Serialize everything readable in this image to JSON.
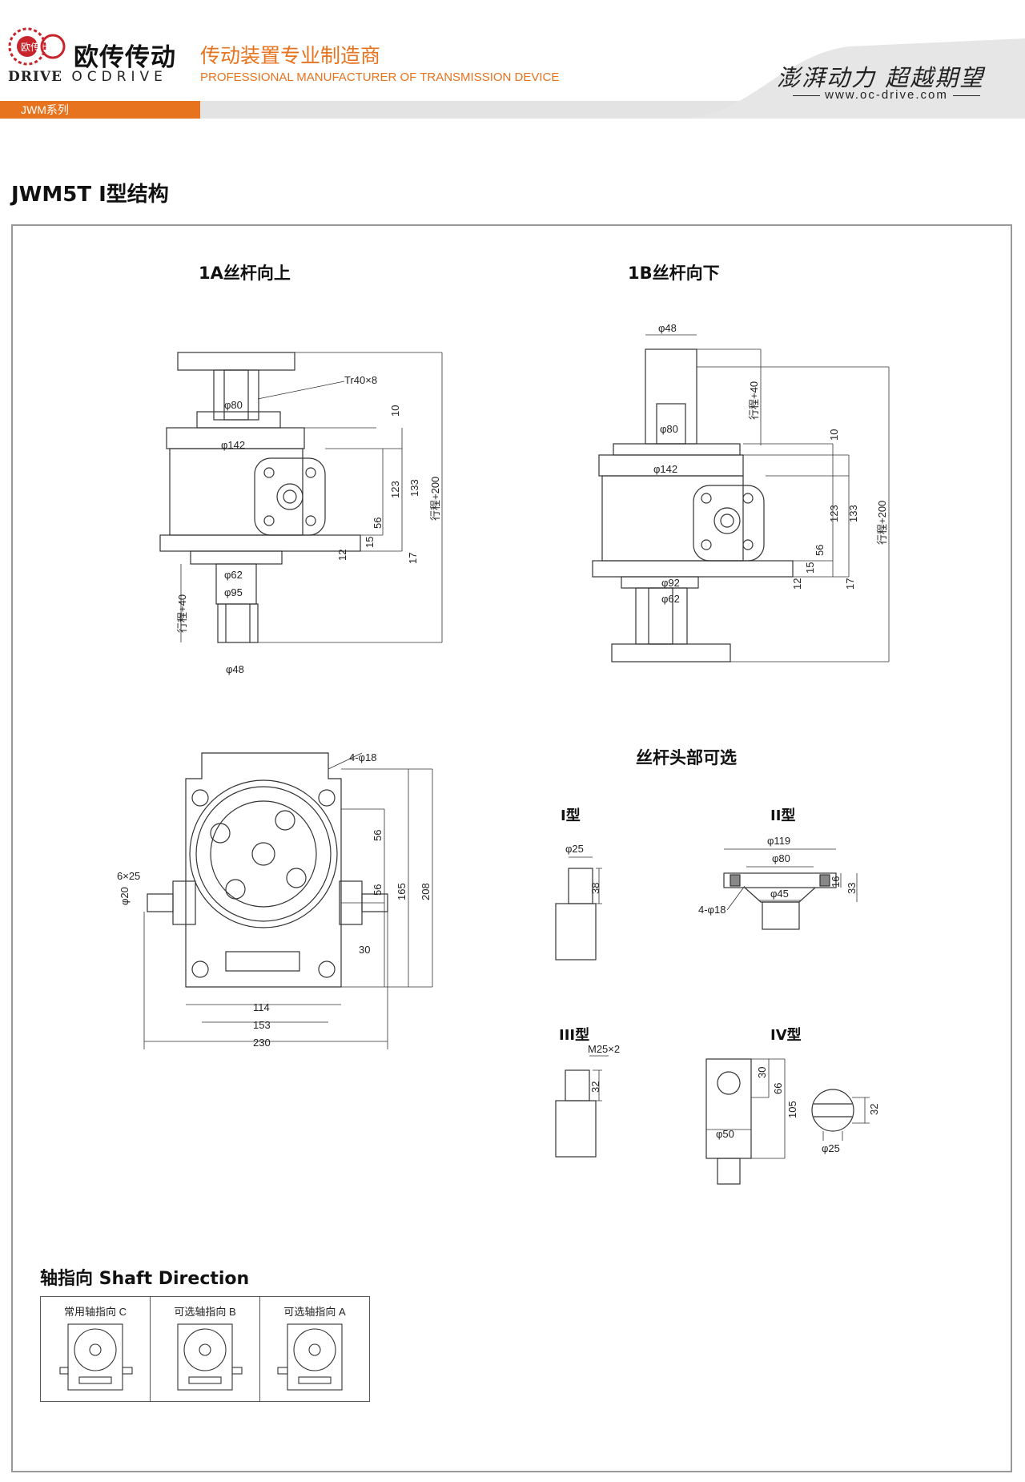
{
  "header": {
    "brand_cn": "欧传传动",
    "brand_en_prefix": "DRIVE",
    "brand_en": "OCDRIVE",
    "tagline_cn": "传动装置专业制造商",
    "tagline_en": "PROFESSIONAL MANUFACTURER OF TRANSMISSION DEVICE",
    "series": "JWM系列",
    "slogan": "澎湃动力 超越期望",
    "website": "www.oc-drive.com",
    "logo_text": "欧传"
  },
  "page_title": "JWM5T I型结构",
  "views": {
    "view_1a": "1A丝杆向上",
    "view_1b": "1B丝杆向下",
    "options_title": "丝杆头部可选",
    "type_1": "I型",
    "type_2": "II型",
    "type_3": "III型",
    "type_4": "IV型"
  },
  "dimensions": {
    "a": {
      "tr": "Tr40×8",
      "d80": "φ80",
      "d142": "φ142",
      "d62": "φ62",
      "d95": "φ95",
      "d48": "φ48",
      "stroke40": "行程+40",
      "stroke200": "行程+200",
      "v10": "10",
      "v123": "123",
      "v133": "133",
      "v56": "56",
      "v15": "15",
      "v12": "12",
      "v17": "17"
    },
    "b": {
      "d48": "φ48",
      "d80": "φ80",
      "d142": "φ142",
      "d92": "φ92",
      "d62": "φ62",
      "stroke40": "行程+40",
      "stroke200": "行程+200",
      "v10": "10",
      "v123": "123",
      "v133": "133",
      "v56": "56",
      "v15": "15",
      "v12": "12",
      "v17": "17"
    },
    "plan": {
      "holes": "4-φ18",
      "key": "6×25",
      "shaft": "φ20",
      "v56a": "56",
      "v56b": "56",
      "v165": "165",
      "v208": "208",
      "v30": "30",
      "w114": "114",
      "w153": "153",
      "w230": "230"
    },
    "type1": {
      "d25": "φ25",
      "v38": "38"
    },
    "type2": {
      "d119": "φ119",
      "d80": "φ80",
      "d45": "φ45",
      "holes": "4-φ18",
      "v16": "16",
      "v33": "33"
    },
    "type3": {
      "thread": "M25×2",
      "v32": "32"
    },
    "type4": {
      "v30": "30",
      "v66": "66",
      "v105": "105",
      "d50": "φ50",
      "v32": "32",
      "d25": "φ25"
    }
  },
  "shaft_direction": {
    "title": "轴指向 Shaft Direction",
    "options": [
      {
        "label": "常用轴指向 C"
      },
      {
        "label": "可选轴指向 B"
      },
      {
        "label": "可选轴指向 A"
      }
    ]
  }
}
